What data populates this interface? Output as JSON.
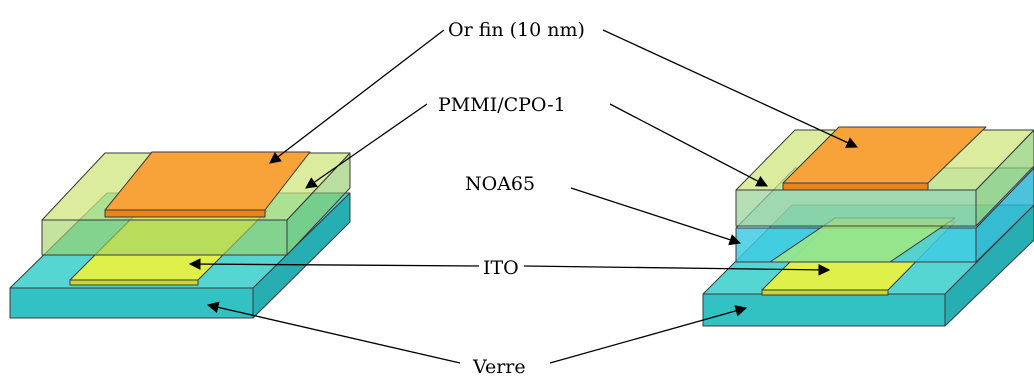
{
  "labels": {
    "gold": "Or fin (10 nm)",
    "polymer": "PMMI/CPO-1",
    "noa": "NOA65",
    "ito": "ITO",
    "glass": "Verre"
  },
  "colors": {
    "glass_top": "#56d6d2",
    "glass_front": "#33c2c4",
    "glass_side": "#26aeb3",
    "ito": "#dff04a",
    "ito_front": "#c8da30",
    "polymer_top": "rgba(205,228,120,0.75)",
    "polymer_front": "rgba(160,210,100,0.7)",
    "polymer_side": "rgba(140,200,95,0.7)",
    "gold_top": "#f7a33a",
    "gold_front": "#e8841a",
    "noa_top": "#7fd8e8",
    "noa_front": "#3fcbe3",
    "noa_side": "#2fb7d3"
  },
  "icons": [
    "arrowhead-icon"
  ]
}
